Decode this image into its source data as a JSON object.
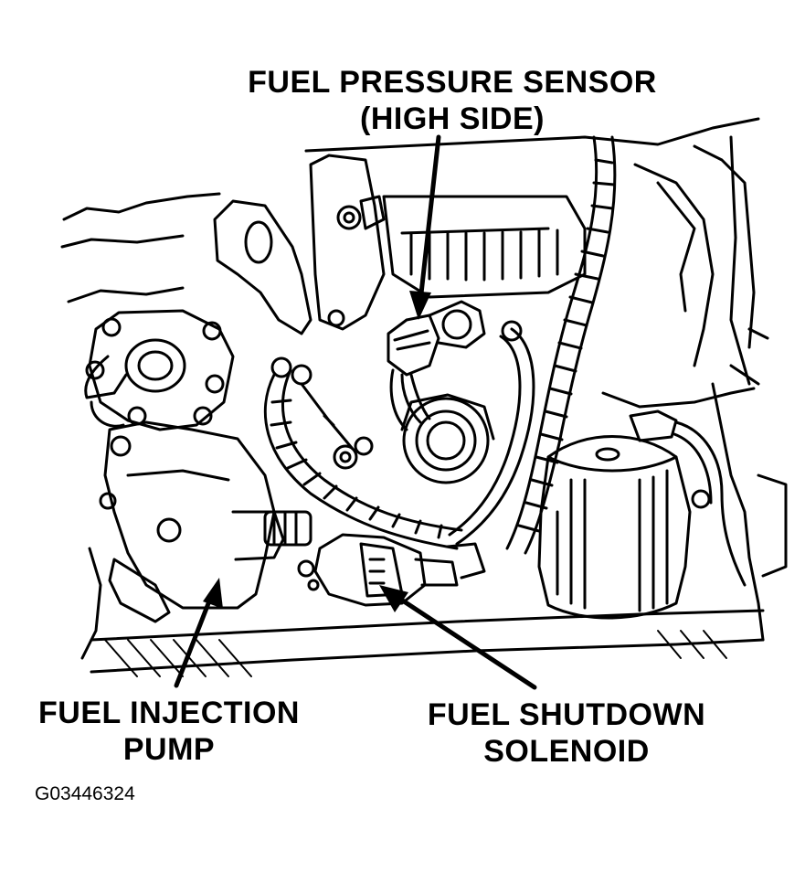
{
  "labels": {
    "fuel_pressure_sensor": [
      "FUEL PRESSURE SENSOR",
      "(HIGH SIDE)"
    ],
    "fuel_injection_pump": [
      "FUEL INJECTION",
      "PUMP"
    ],
    "fuel_shutdown_solenoid": [
      "FUEL SHUTDOWN",
      "SOLENOID"
    ]
  },
  "figure_id": "G03446324",
  "colors": {
    "line": "#000000",
    "background": "#ffffff"
  }
}
